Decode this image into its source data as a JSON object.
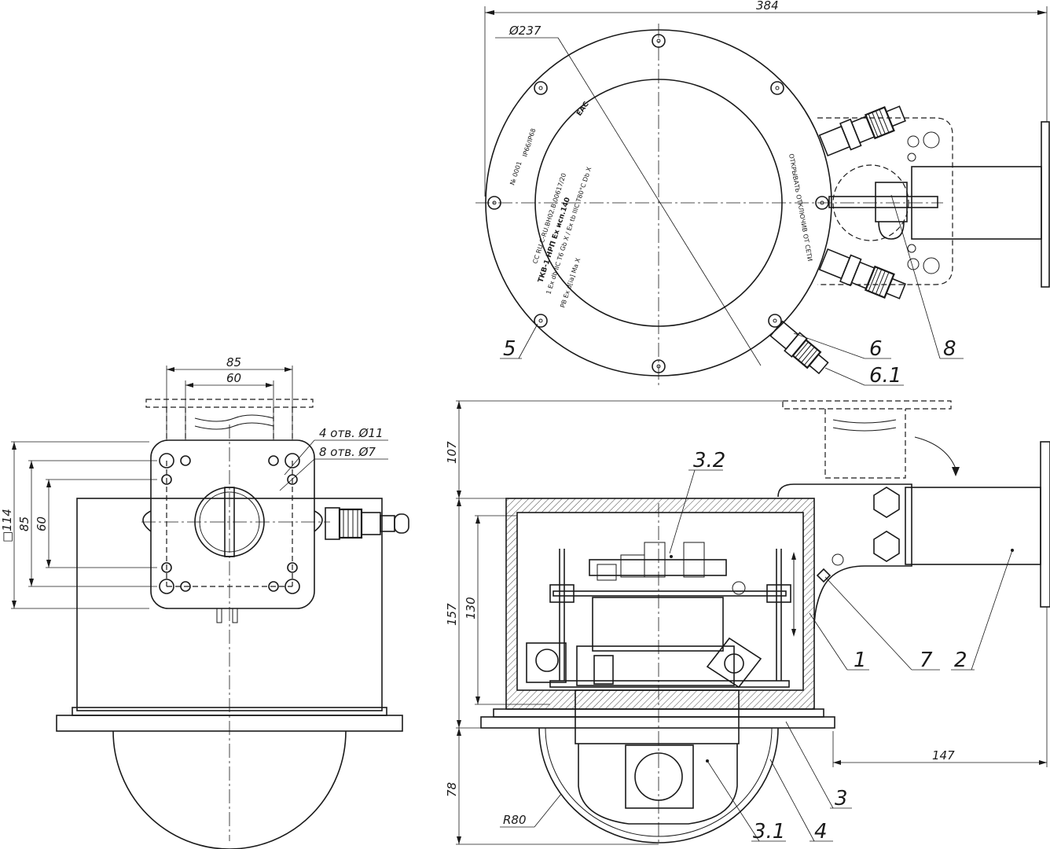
{
  "dimensions": {
    "top_width": "384",
    "top_diameter": "Ø237",
    "left_85": "85",
    "left_60": "60",
    "holes_11": "4 отв. Ø11",
    "holes_7": "8 отв. Ø7",
    "left_114": "□114",
    "left_85v": "85",
    "left_60v": "60",
    "side_107": "107",
    "side_157": "157",
    "side_130": "130",
    "side_78": "78",
    "side_147": "147",
    "radius_80": "R80"
  },
  "callouts": {
    "c1": "1",
    "c2": "2",
    "c3": "3",
    "c3_1": "3.1",
    "c3_2": "3.2",
    "c4": "4",
    "c5": "5",
    "c6": "6",
    "c6_1": "6.1",
    "c7": "7",
    "c8": "8"
  },
  "nameplate": {
    "line1": "ТКВ-1 НРП Ex исп.140",
    "line2": "СС RU С-RU.ВН02.В.00617/20",
    "line3": "1 Ex db IIC T6 Gb X / Ex tb IIIC T80°C Db X",
    "line4": "№ 0001",
    "line5": "IP66/IP68",
    "line6": "ЕАС",
    "line7": "РВ Ex d[ia] Ma X",
    "warning": "ОТКРЫВАТЬ ОТКЛЮЧИВ ОТ СЕТИ"
  }
}
